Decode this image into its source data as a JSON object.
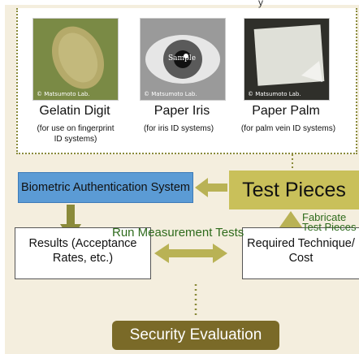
{
  "header_fragment": "y",
  "test_pieces_items": [
    {
      "title": "Gelatin Digit",
      "caption_lines": [
        "(for use on fingerprint",
        "ID systems)"
      ],
      "credit": "© Matsumoto Lab."
    },
    {
      "title": "Paper Iris",
      "caption_lines": [
        "(for iris ID systems)"
      ],
      "credit": "© Matsumoto Lab.",
      "image_label": "Sample"
    },
    {
      "title": "Paper Palm",
      "caption_lines": [
        "(for palm vein ID systems)"
      ],
      "credit": "© Matsumoto Lab."
    }
  ],
  "nodes": {
    "biometric_system": "Biometric Authentication System",
    "test_pieces": "Test Pieces",
    "results_lines": [
      "Results (Acceptance",
      "Rates, etc.)"
    ],
    "required_lines": [
      "Required Technique/",
      "Cost"
    ],
    "security_evaluation": "Security Evaluation"
  },
  "edges": {
    "run_tests": "Run Measurement Tests",
    "fabricate_lines": [
      "Fabricate",
      "Test Pieces"
    ]
  },
  "colors": {
    "system_box": "#5b9bd5",
    "test_pieces_box": "#c9c05a",
    "security_box": "#7a6a28",
    "arrow": "#b9b255",
    "edge_label": "#2e6b1c",
    "background": "#f4eede"
  }
}
